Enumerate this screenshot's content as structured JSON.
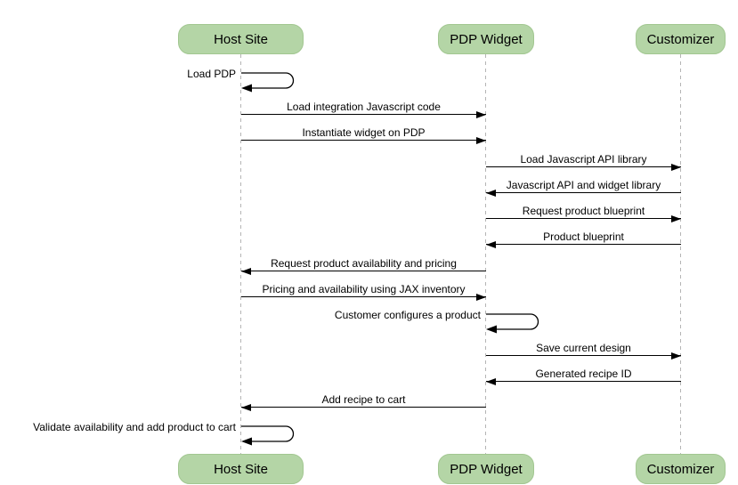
{
  "diagram": {
    "type": "sequence",
    "participants": [
      {
        "id": "host-site",
        "label": "Host Site"
      },
      {
        "id": "pdp-widget",
        "label": "PDP Widget"
      },
      {
        "id": "customizer",
        "label": "Customizer"
      }
    ],
    "messages": [
      {
        "from": "host-site",
        "to": "host-site",
        "kind": "self",
        "label": "Load PDP"
      },
      {
        "from": "host-site",
        "to": "pdp-widget",
        "kind": "solid",
        "label": "Load integration Javascript code"
      },
      {
        "from": "host-site",
        "to": "pdp-widget",
        "kind": "solid",
        "label": "Instantiate widget on PDP"
      },
      {
        "from": "pdp-widget",
        "to": "customizer",
        "kind": "solid",
        "label": "Load Javascript API library"
      },
      {
        "from": "customizer",
        "to": "pdp-widget",
        "kind": "solid",
        "label": "Javascript API and widget library"
      },
      {
        "from": "pdp-widget",
        "to": "customizer",
        "kind": "solid",
        "label": "Request product blueprint"
      },
      {
        "from": "customizer",
        "to": "pdp-widget",
        "kind": "solid",
        "label": "Product blueprint"
      },
      {
        "from": "pdp-widget",
        "to": "host-site",
        "kind": "solid",
        "label": "Request product availability and pricing"
      },
      {
        "from": "host-site",
        "to": "pdp-widget",
        "kind": "solid",
        "label": "Pricing and availability using JAX inventory"
      },
      {
        "from": "pdp-widget",
        "to": "pdp-widget",
        "kind": "self",
        "label": "Customer configures a product"
      },
      {
        "from": "pdp-widget",
        "to": "customizer",
        "kind": "solid",
        "label": "Save current design"
      },
      {
        "from": "customizer",
        "to": "pdp-widget",
        "kind": "solid",
        "label": "Generated recipe ID"
      },
      {
        "from": "pdp-widget",
        "to": "host-site",
        "kind": "solid",
        "label": "Add recipe to cart"
      },
      {
        "from": "host-site",
        "to": "host-site",
        "kind": "self",
        "label": "Validate availability and add product to cart"
      }
    ],
    "colors": {
      "participant_fill": "#b4d5a6",
      "participant_border": "#a2c791",
      "lifeline": "#b5b5b5",
      "arrow": "#000000",
      "text": "#000000",
      "background": "#ffffff"
    }
  }
}
